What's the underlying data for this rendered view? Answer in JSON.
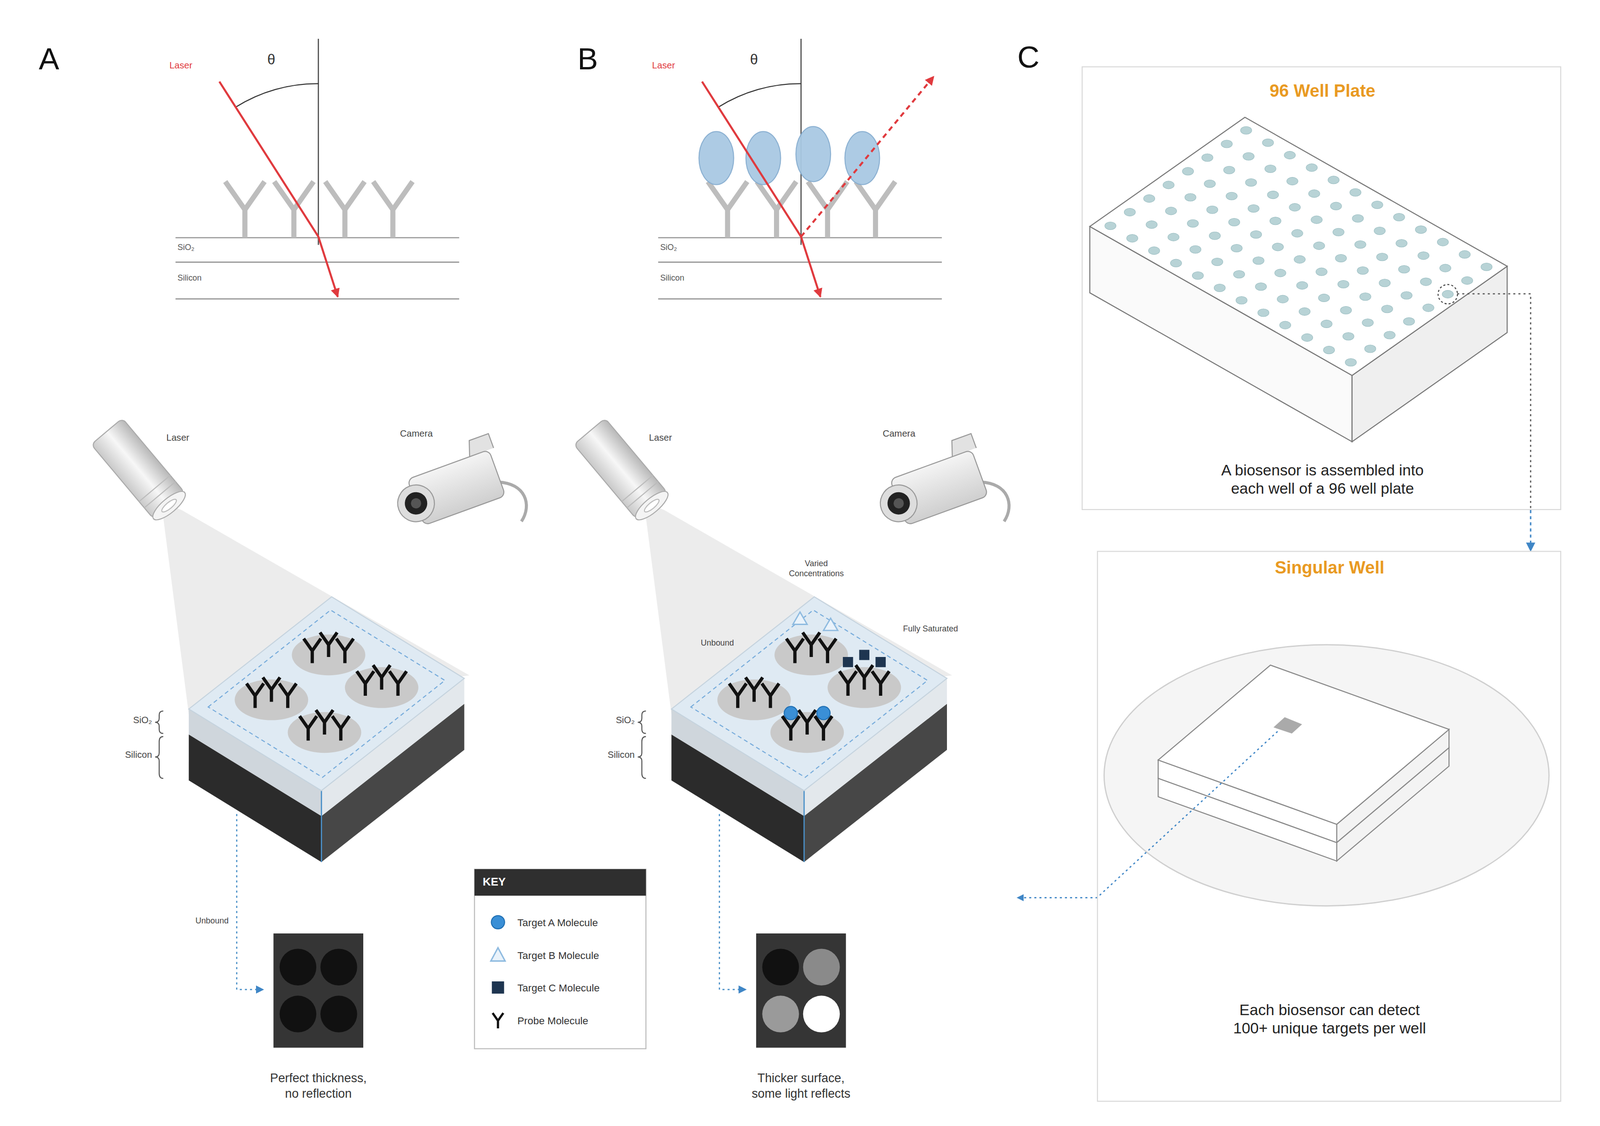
{
  "diagram": {
    "nodes": [
      {
        "text": [
          "96 Well Plate",
          "A biosensor is assembled into each well of a 96 well plate"
        ]
      },
      {
        "text": [
          "Singular Well",
          "Each biosensor can detect 100+ unique targets per well"
        ]
      }
    ],
    "edges": [
      {
        "from": 0,
        "to": 1,
        "arrow": "to"
      }
    ],
    "labels": [
      "A",
      "Laser",
      "θ",
      "SiO₂",
      "Silicon",
      "Laser",
      "Camera",
      "SiO₂",
      "Silicon",
      "Unbound",
      "Perfect thickness, no reflection",
      "B",
      "Laser",
      "θ",
      "SiO₂",
      "Silicon",
      "Laser",
      "Camera",
      "Varied Concentrations",
      "Unbound",
      "Fully Saturated",
      "SiO₂",
      "Silicon",
      "Thicker surface, some light reflects",
      "KEY",
      "C"
    ],
    "legend": [
      {
        "text": "Target A Molecule"
      },
      {
        "text": "Target B Molecule"
      },
      {
        "text": "Target C Molecule"
      },
      {
        "text": "Probe Molecule"
      }
    ]
  }
}
